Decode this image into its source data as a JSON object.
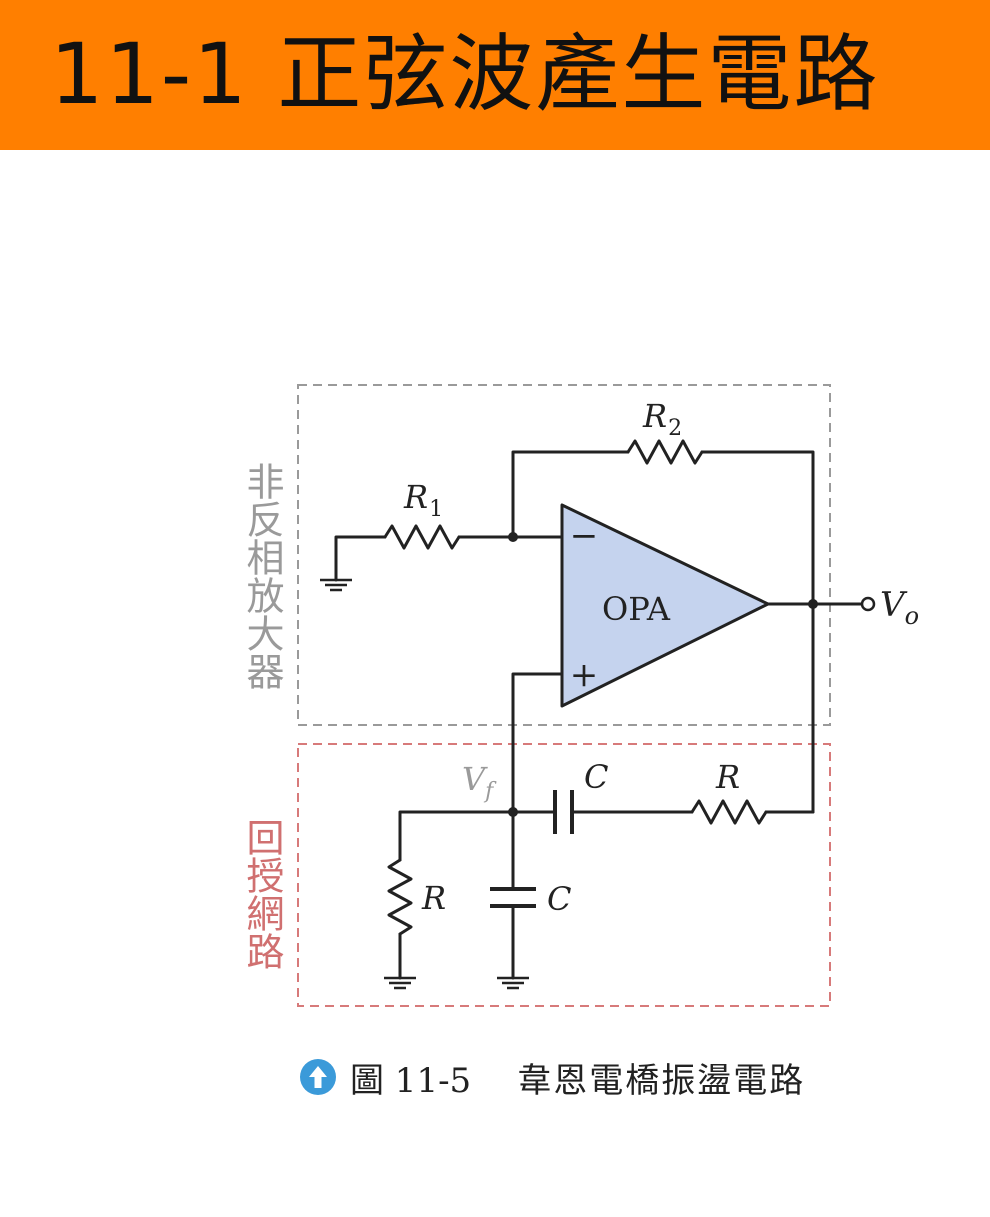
{
  "header": {
    "title": "11-1 正弦波產生電路",
    "bar_color": "#ff7f00"
  },
  "diagram": {
    "amp_section_label": "非反相放大器",
    "feedback_section_label": "回授網路",
    "opamp_label": "OPA",
    "minus_sign": "−",
    "plus_sign": "+",
    "r1": {
      "main": "R",
      "sub": "1"
    },
    "r2": {
      "main": "R",
      "sub": "2"
    },
    "vo": {
      "main": "V",
      "sub": "o"
    },
    "vf": {
      "main": "V",
      "sub": "f"
    },
    "series_c_label": "C",
    "series_r_label": "R",
    "shunt_r_label": "R",
    "shunt_c_label": "C",
    "colors": {
      "amp_box": "#9a9a9a",
      "feedback_box": "#d77a7a",
      "amp_text": "#9a9a9a",
      "feedback_text": "#d07070",
      "opamp_fill": "#c5d3ee",
      "wire": "#222222"
    }
  },
  "caption": {
    "icon": "up-arrow-circle-icon",
    "label": "圖 11-5",
    "title": "韋恩電橋振盪電路"
  }
}
